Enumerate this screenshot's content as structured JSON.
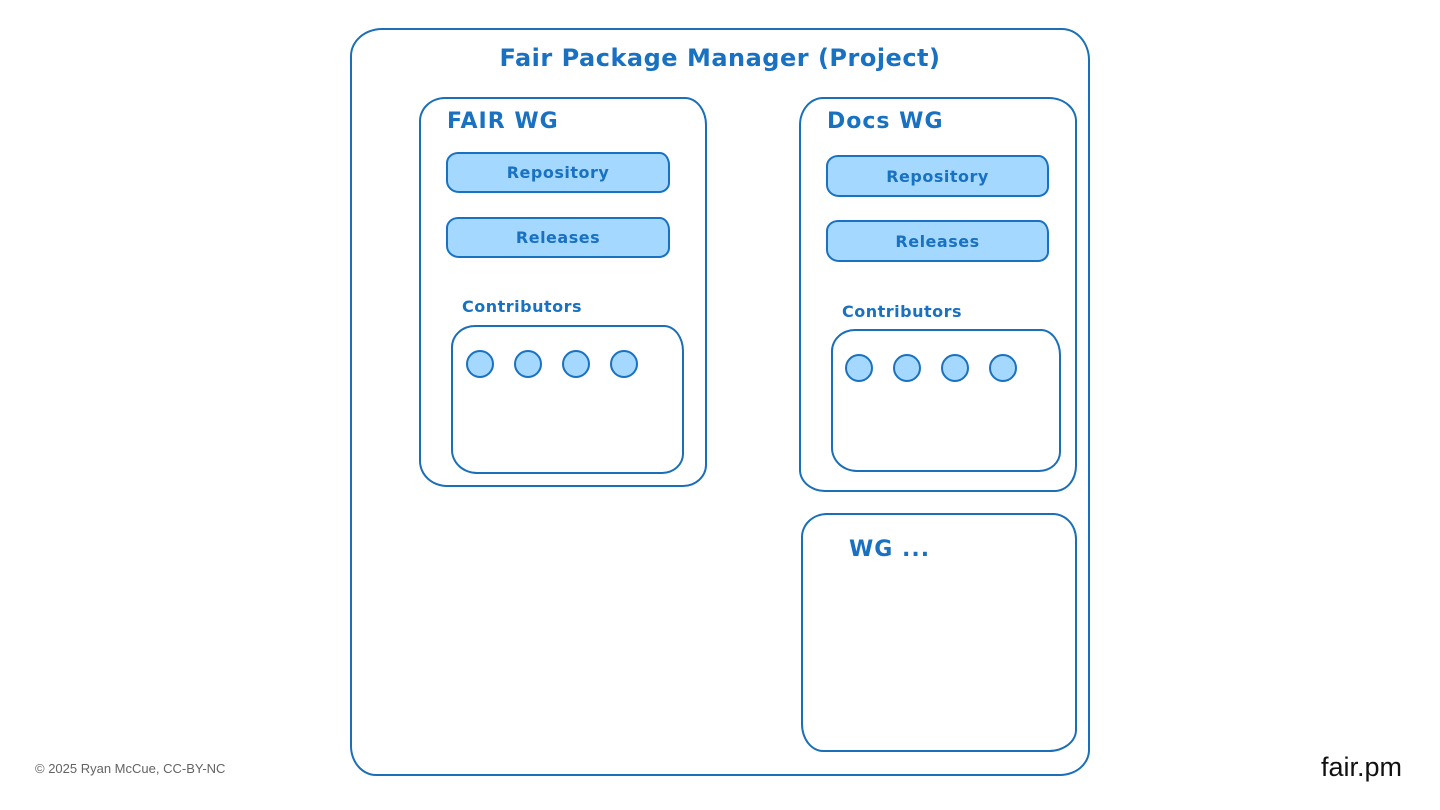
{
  "diagram": {
    "title": "Fair Package Manager (Project)",
    "groups": [
      {
        "id": "fair-wg",
        "label": "FAIR WG",
        "buttons": [
          "Repository",
          "Releases"
        ],
        "contributors_label": "Contributors",
        "contributor_count": 4
      },
      {
        "id": "docs-wg",
        "label": "Docs WG",
        "buttons": [
          "Repository",
          "Releases"
        ],
        "contributors_label": "Contributors",
        "contributor_count": 4
      },
      {
        "id": "wg-more",
        "label": "WG ...",
        "buttons": [],
        "contributor_count": 0
      }
    ]
  },
  "footer": {
    "copyright": "© 2025 Ryan McCue, CC-BY-NC",
    "site": "fair.pm"
  },
  "colors": {
    "stroke_blue": "#1b6fb8",
    "accent_blue": "#1971c2",
    "fill_light_blue": "#a5d8ff",
    "footer_gray": "#636363",
    "footer_black": "#111111",
    "background": "#ffffff"
  }
}
